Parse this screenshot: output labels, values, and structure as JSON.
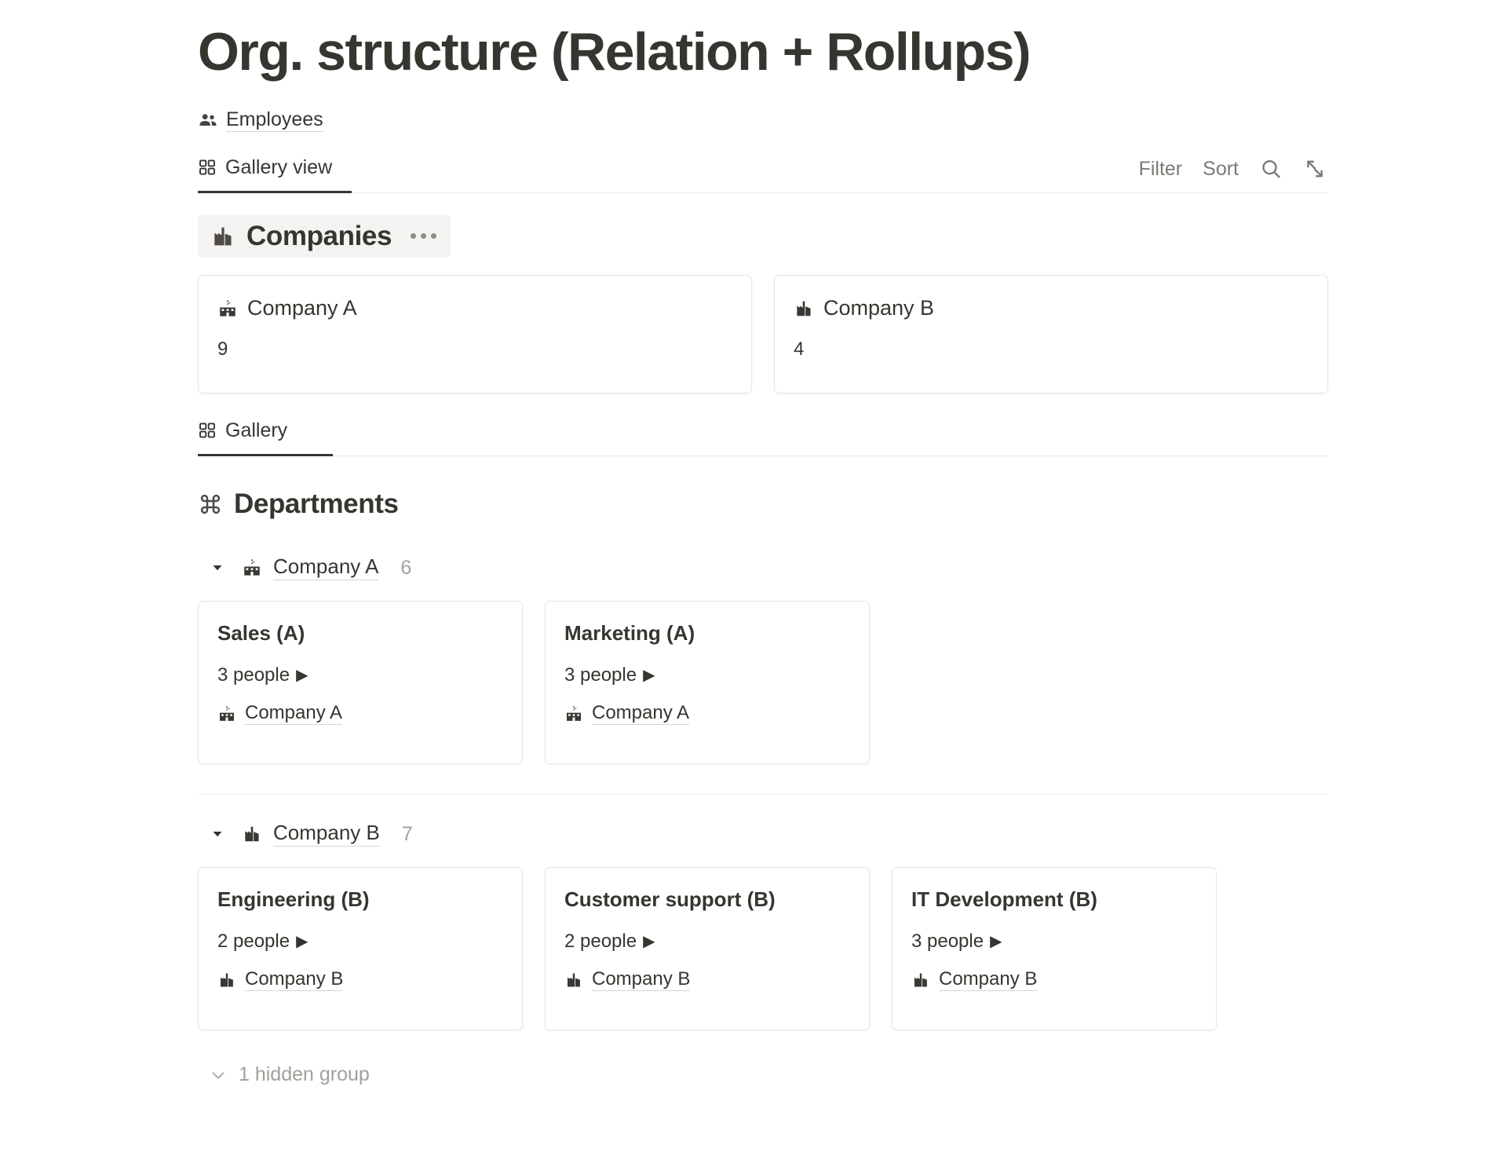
{
  "page": {
    "title": "Org. structure (Relation + Rollups)"
  },
  "source": {
    "icon": "people-icon",
    "label": "Employees"
  },
  "toolbar": {
    "view_tab": {
      "icon": "gallery-grid-icon",
      "label": "Gallery view"
    },
    "filter_label": "Filter",
    "sort_label": "Sort",
    "search_icon": "search-icon",
    "expand_icon": "expand-diagonal-icon"
  },
  "companies_section": {
    "icon": "factory-icon",
    "title": "Companies",
    "menu": "more-options-icon",
    "cards": [
      {
        "icon": "school-building-icon",
        "title": "Company A",
        "value": "9"
      },
      {
        "icon": "factory-icon",
        "title": "Company B",
        "value": "4"
      }
    ]
  },
  "gallery_tab": {
    "icon": "gallery-grid-icon",
    "label": "Gallery"
  },
  "departments_section": {
    "icon": "command-icon",
    "title": "Departments",
    "groups": [
      {
        "caret": "caret-down-icon",
        "icon": "school-building-icon",
        "label": "Company A",
        "count": "6",
        "cards": [
          {
            "title": "Sales (A)",
            "rollup": "3 people",
            "rollup_arrow": "▶",
            "relation_icon": "school-building-icon",
            "relation_label": "Company A"
          },
          {
            "title": "Marketing (A)",
            "rollup": "3 people",
            "rollup_arrow": "▶",
            "relation_icon": "school-building-icon",
            "relation_label": "Company A"
          }
        ]
      },
      {
        "caret": "caret-down-icon",
        "icon": "factory-icon",
        "label": "Company B",
        "count": "7",
        "cards": [
          {
            "title": "Engineering (B)",
            "rollup": "2 people",
            "rollup_arrow": "▶",
            "relation_icon": "factory-icon",
            "relation_label": "Company B"
          },
          {
            "title": "Customer support (B)",
            "rollup": "2 people",
            "rollup_arrow": "▶",
            "relation_icon": "factory-icon",
            "relation_label": "Company B"
          },
          {
            "title": "IT Development (B)",
            "rollup": "3 people",
            "rollup_arrow": "▶",
            "relation_icon": "factory-icon",
            "relation_label": "Company B"
          }
        ]
      }
    ],
    "hidden_group_label": "1 hidden group",
    "hidden_group_caret": "chevron-down-icon"
  },
  "colors": {
    "text": "#37352f",
    "muted": "#7c7a75",
    "light_muted": "#a3a09b",
    "card_border": "#e8e6e2",
    "highlight_bg": "#f4f3f1",
    "underline": "#d6d4d0"
  }
}
